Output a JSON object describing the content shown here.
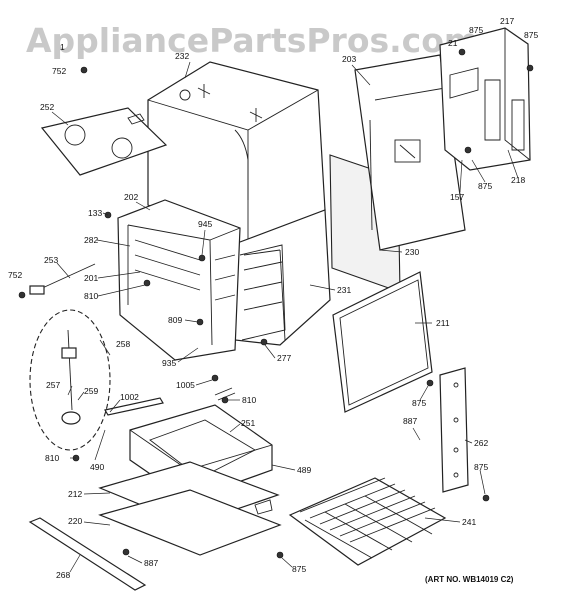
{
  "watermark": "AppliancePartsPros.com",
  "art_number": "(ART NO. WB14019 C2)",
  "part_labels": {
    "p217": "217",
    "p875_top": "875",
    "p875_tr": "875",
    "p21": "21",
    "p752_top": "752",
    "p1_top": "1",
    "p232": "232",
    "p203": "203",
    "p252": "252",
    "p218": "218",
    "p875_mid": "875",
    "p157": "157",
    "p202": "202",
    "p133": "133",
    "p945": "945",
    "p282": "282",
    "p230": "230",
    "p253": "253",
    "p752_left": "752",
    "p201": "201",
    "p810_left": "810",
    "p231": "231",
    "p211": "211",
    "p809": "809",
    "p258": "258",
    "p277": "277",
    "p935": "935",
    "p257": "257",
    "p259": "259",
    "p1005": "1005",
    "p1002": "1002",
    "p810_mid": "810",
    "p875_right": "875",
    "p887_right": "887",
    "p262": "262",
    "p251": "251",
    "p810_bl": "810",
    "p490": "490",
    "p489": "489",
    "p875_r2": "875",
    "p212": "212",
    "p241": "241",
    "p220": "220",
    "p887_bot": "887",
    "p268": "268",
    "p875_bot": "875"
  }
}
